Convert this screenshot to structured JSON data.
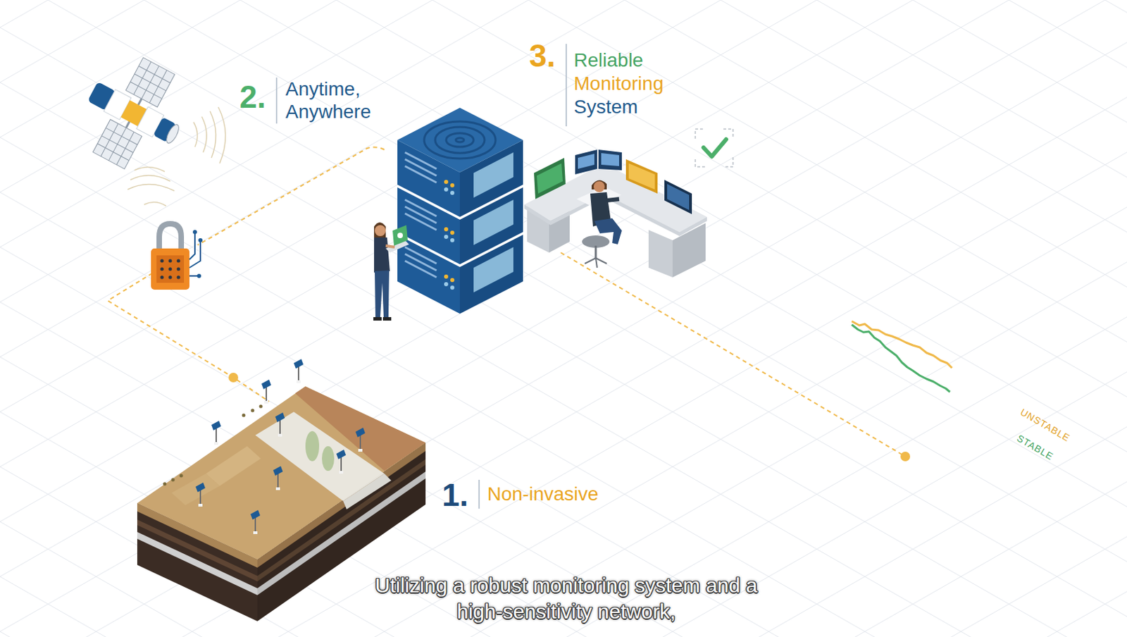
{
  "diagram": {
    "caption": "Utilizing a robust monitoring system and a high-sensitivity network,",
    "labels": [
      "2.",
      "Anytime, Anywhere",
      "3.",
      "Reliable",
      "Monitoring",
      "System",
      "1.",
      "Non-invasive",
      "UNSTABLE",
      "STABLE"
    ]
  }
}
